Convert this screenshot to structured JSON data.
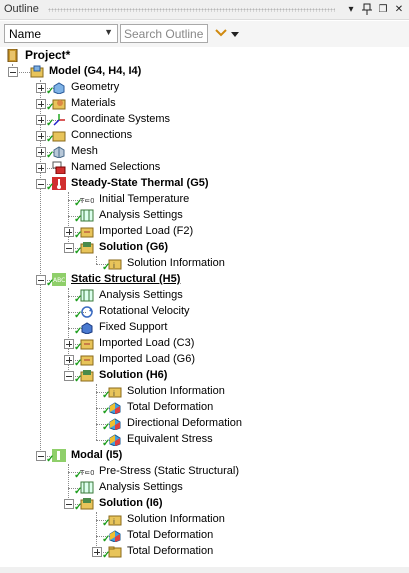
{
  "panel": {
    "title": "Outline",
    "buttons": {
      "menu": "▾",
      "pin": "📌",
      "restore": "❐",
      "close": "✕"
    }
  },
  "toolbar": {
    "name_dropdown_value": "Name",
    "search_placeholder": "Search Outline"
  },
  "colors": {
    "check": "#1a9c1a",
    "folder": "#e8c45a",
    "thermal_red": "#d12f2f",
    "structural_green": "#8fcf6a"
  },
  "tree": [
    {
      "label": "Project*",
      "level": 0,
      "bold": true,
      "icon": "project-icon"
    },
    {
      "label": "Model (G4, H4, I4)",
      "level": 1,
      "bold": true,
      "icon": "model-icon",
      "expander": "minus"
    },
    {
      "label": "Geometry",
      "level": 2,
      "icon": "geometry-icon",
      "expander": "plus",
      "check": true
    },
    {
      "label": "Materials",
      "level": 2,
      "icon": "materials-icon",
      "expander": "plus",
      "check": true
    },
    {
      "label": "Coordinate Systems",
      "level": 2,
      "icon": "coordinate-systems-icon",
      "expander": "plus",
      "check": true
    },
    {
      "label": "Connections",
      "level": 2,
      "icon": "connections-icon",
      "expander": "plus",
      "check": true
    },
    {
      "label": "Mesh",
      "level": 2,
      "icon": "mesh-icon",
      "expander": "plus",
      "check": true
    },
    {
      "label": "Named Selections",
      "level": 2,
      "icon": "named-selections-icon",
      "expander": "plus",
      "check": false
    },
    {
      "label": "Steady-State Thermal (G5)",
      "level": 2,
      "bold": true,
      "icon": "thermal-icon",
      "expander": "minus",
      "check": true
    },
    {
      "label": "Initial Temperature",
      "level": 3,
      "icon": "initial-temperature-icon",
      "check": true
    },
    {
      "label": "Analysis Settings",
      "level": 3,
      "icon": "analysis-settings-icon",
      "check": true
    },
    {
      "label": "Imported Load (F2)",
      "level": 3,
      "icon": "imported-load-icon",
      "expander": "plus",
      "check": true
    },
    {
      "label": "Solution (G6)",
      "level": 3,
      "bold": true,
      "icon": "solution-icon",
      "expander": "minus",
      "check": true
    },
    {
      "label": "Solution Information",
      "level": 4,
      "icon": "solution-information-icon",
      "check": true
    },
    {
      "label": "Static Structural (H5)",
      "level": 2,
      "bold": true,
      "under": true,
      "icon": "static-structural-icon",
      "expander": "minus",
      "check": true
    },
    {
      "label": "Analysis Settings",
      "level": 3,
      "icon": "analysis-settings-icon",
      "check": true
    },
    {
      "label": "Rotational Velocity",
      "level": 3,
      "icon": "rotational-velocity-icon",
      "check": true
    },
    {
      "label": "Fixed Support",
      "level": 3,
      "icon": "fixed-support-icon",
      "check": true
    },
    {
      "label": "Imported Load (C3)",
      "level": 3,
      "icon": "imported-load-icon",
      "expander": "plus",
      "check": true
    },
    {
      "label": "Imported Load (G6)",
      "level": 3,
      "icon": "imported-load-icon",
      "expander": "plus",
      "check": true
    },
    {
      "label": "Solution (H6)",
      "level": 3,
      "bold": true,
      "icon": "solution-icon",
      "expander": "minus",
      "check": true
    },
    {
      "label": "Solution Information",
      "level": 4,
      "icon": "solution-information-icon",
      "check": true
    },
    {
      "label": "Total Deformation",
      "level": 4,
      "icon": "result-icon",
      "check": true
    },
    {
      "label": "Directional Deformation",
      "level": 4,
      "icon": "result-icon",
      "check": true
    },
    {
      "label": "Equivalent Stress",
      "level": 4,
      "icon": "result-icon",
      "check": true
    },
    {
      "label": "Modal (I5)",
      "level": 2,
      "bold": true,
      "icon": "modal-icon",
      "expander": "minus",
      "check": true
    },
    {
      "label": "Pre-Stress (Static Structural)",
      "level": 3,
      "icon": "pre-stress-icon",
      "check": true
    },
    {
      "label": "Analysis Settings",
      "level": 3,
      "icon": "analysis-settings-icon",
      "check": true
    },
    {
      "label": "Solution (I6)",
      "level": 3,
      "bold": true,
      "icon": "solution-icon",
      "expander": "minus",
      "check": true
    },
    {
      "label": "Solution Information",
      "level": 4,
      "icon": "solution-information-icon",
      "check": true
    },
    {
      "label": "Total Deformation",
      "level": 4,
      "icon": "result-icon",
      "check": true
    },
    {
      "label": "Total Deformation",
      "level": 4,
      "icon": "folder-icon",
      "expander": "plus",
      "check": true
    }
  ]
}
